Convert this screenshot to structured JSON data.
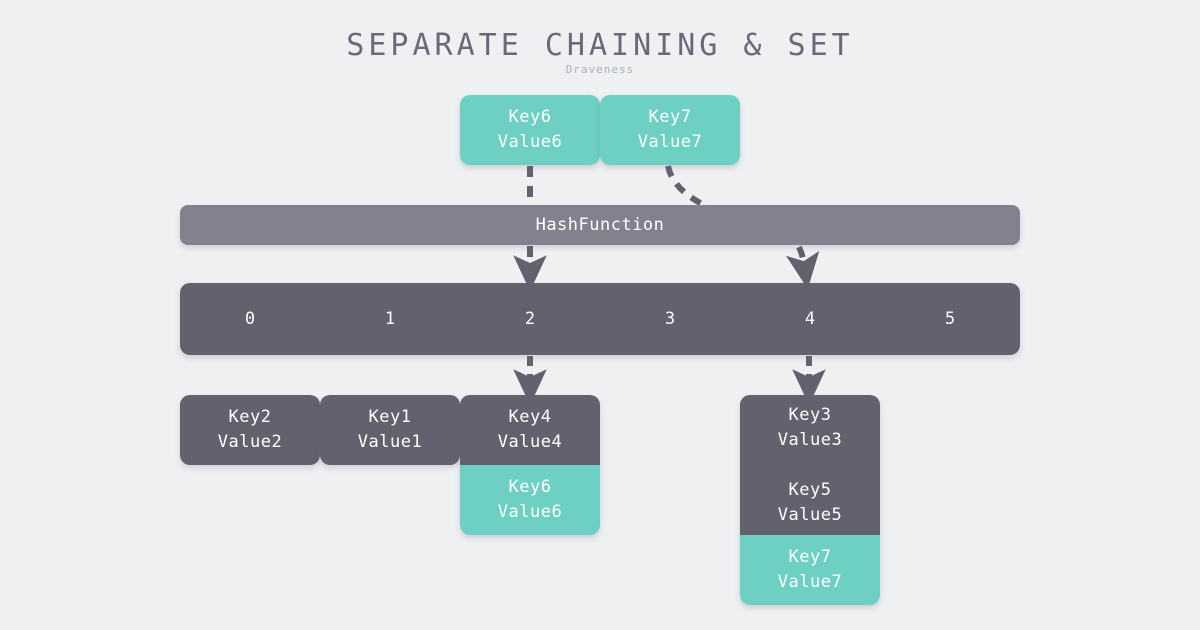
{
  "header": {
    "title": "SEPARATE CHAINING & SET",
    "subtitle": "Draveness"
  },
  "colors": {
    "background": "#eff0f2",
    "new_entry": "#6ed0c3",
    "existing_entry": "#63616e",
    "hash_band": "#83818e",
    "title_text": "#6b6979",
    "subtitle_text": "#aab0b8",
    "arrow": "#63616e"
  },
  "incoming": [
    {
      "key": "Key6",
      "value": "Value6",
      "state": "new",
      "target_bucket": "2"
    },
    {
      "key": "Key7",
      "value": "Value7",
      "state": "new",
      "target_bucket": "4"
    }
  ],
  "hash_function": {
    "label": "HashFunction"
  },
  "bucket_array": {
    "indices": [
      "0",
      "1",
      "2",
      "3",
      "4",
      "5"
    ]
  },
  "chains": [
    {
      "bucket": "0",
      "entries": [
        {
          "key": "Key2",
          "value": "Value2",
          "state": "existing"
        }
      ]
    },
    {
      "bucket": "1",
      "entries": [
        {
          "key": "Key1",
          "value": "Value1",
          "state": "existing"
        }
      ]
    },
    {
      "bucket": "2",
      "entries": [
        {
          "key": "Key4",
          "value": "Value4",
          "state": "existing"
        },
        {
          "key": "Key6",
          "value": "Value6",
          "state": "new"
        }
      ]
    },
    {
      "bucket": "4",
      "entries": [
        {
          "key": "Key3",
          "value": "Value3",
          "state": "existing"
        },
        {
          "key": "Key5",
          "value": "Value5",
          "state": "existing"
        },
        {
          "key": "Key7",
          "value": "Value7",
          "state": "new"
        }
      ]
    }
  ],
  "arrows": [
    {
      "name": "key6-to-bucket2",
      "style": "dashed-straight"
    },
    {
      "name": "key7-to-bucket4",
      "style": "dashed-curved"
    },
    {
      "name": "bucket2-to-chain2",
      "style": "dashed-straight"
    },
    {
      "name": "bucket4-to-chain4",
      "style": "dashed-straight"
    }
  ]
}
